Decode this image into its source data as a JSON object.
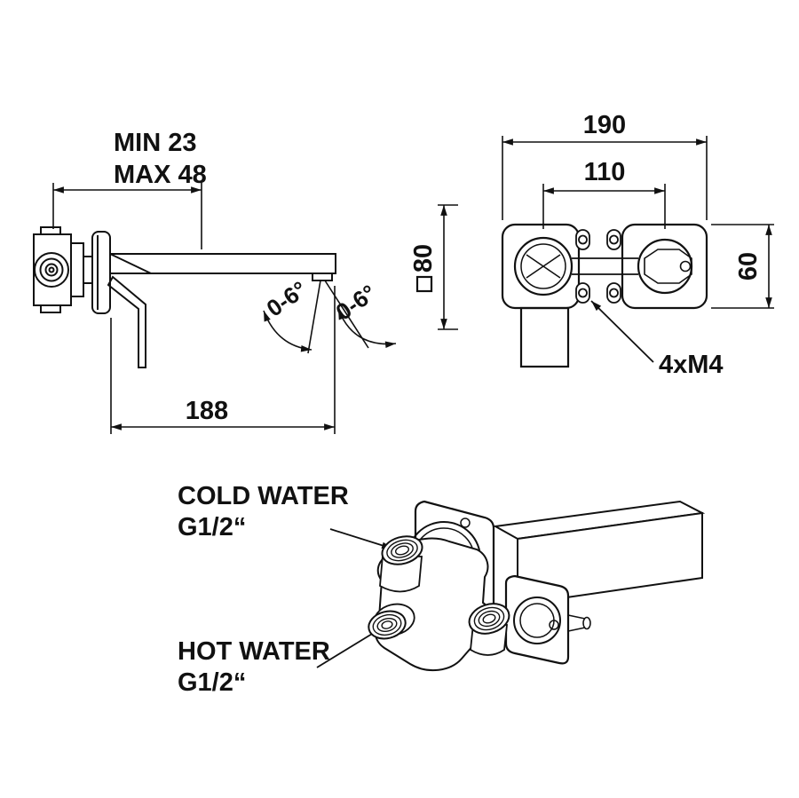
{
  "page": {
    "title": "Wall-mounted basin mixer technical drawing",
    "background_color": "#ffffff",
    "line_color": "#111111"
  },
  "side_view": {
    "mounting_depth": {
      "line1": "MIN 23",
      "line2": "MAX 48"
    },
    "spout_angle_left": "0-6°",
    "spout_angle_right": "0-6°",
    "spout_length": "188"
  },
  "front_view": {
    "overall_width": "190",
    "valve_spacing": "110",
    "rough_in_size": "80",
    "plate_height": "60",
    "screws": "4xM4"
  },
  "perspective_view": {
    "cold": {
      "line1": "COLD WATER",
      "line2": "G1/2“"
    },
    "hot": {
      "line1": "HOT WATER",
      "line2": "G1/2“"
    }
  }
}
